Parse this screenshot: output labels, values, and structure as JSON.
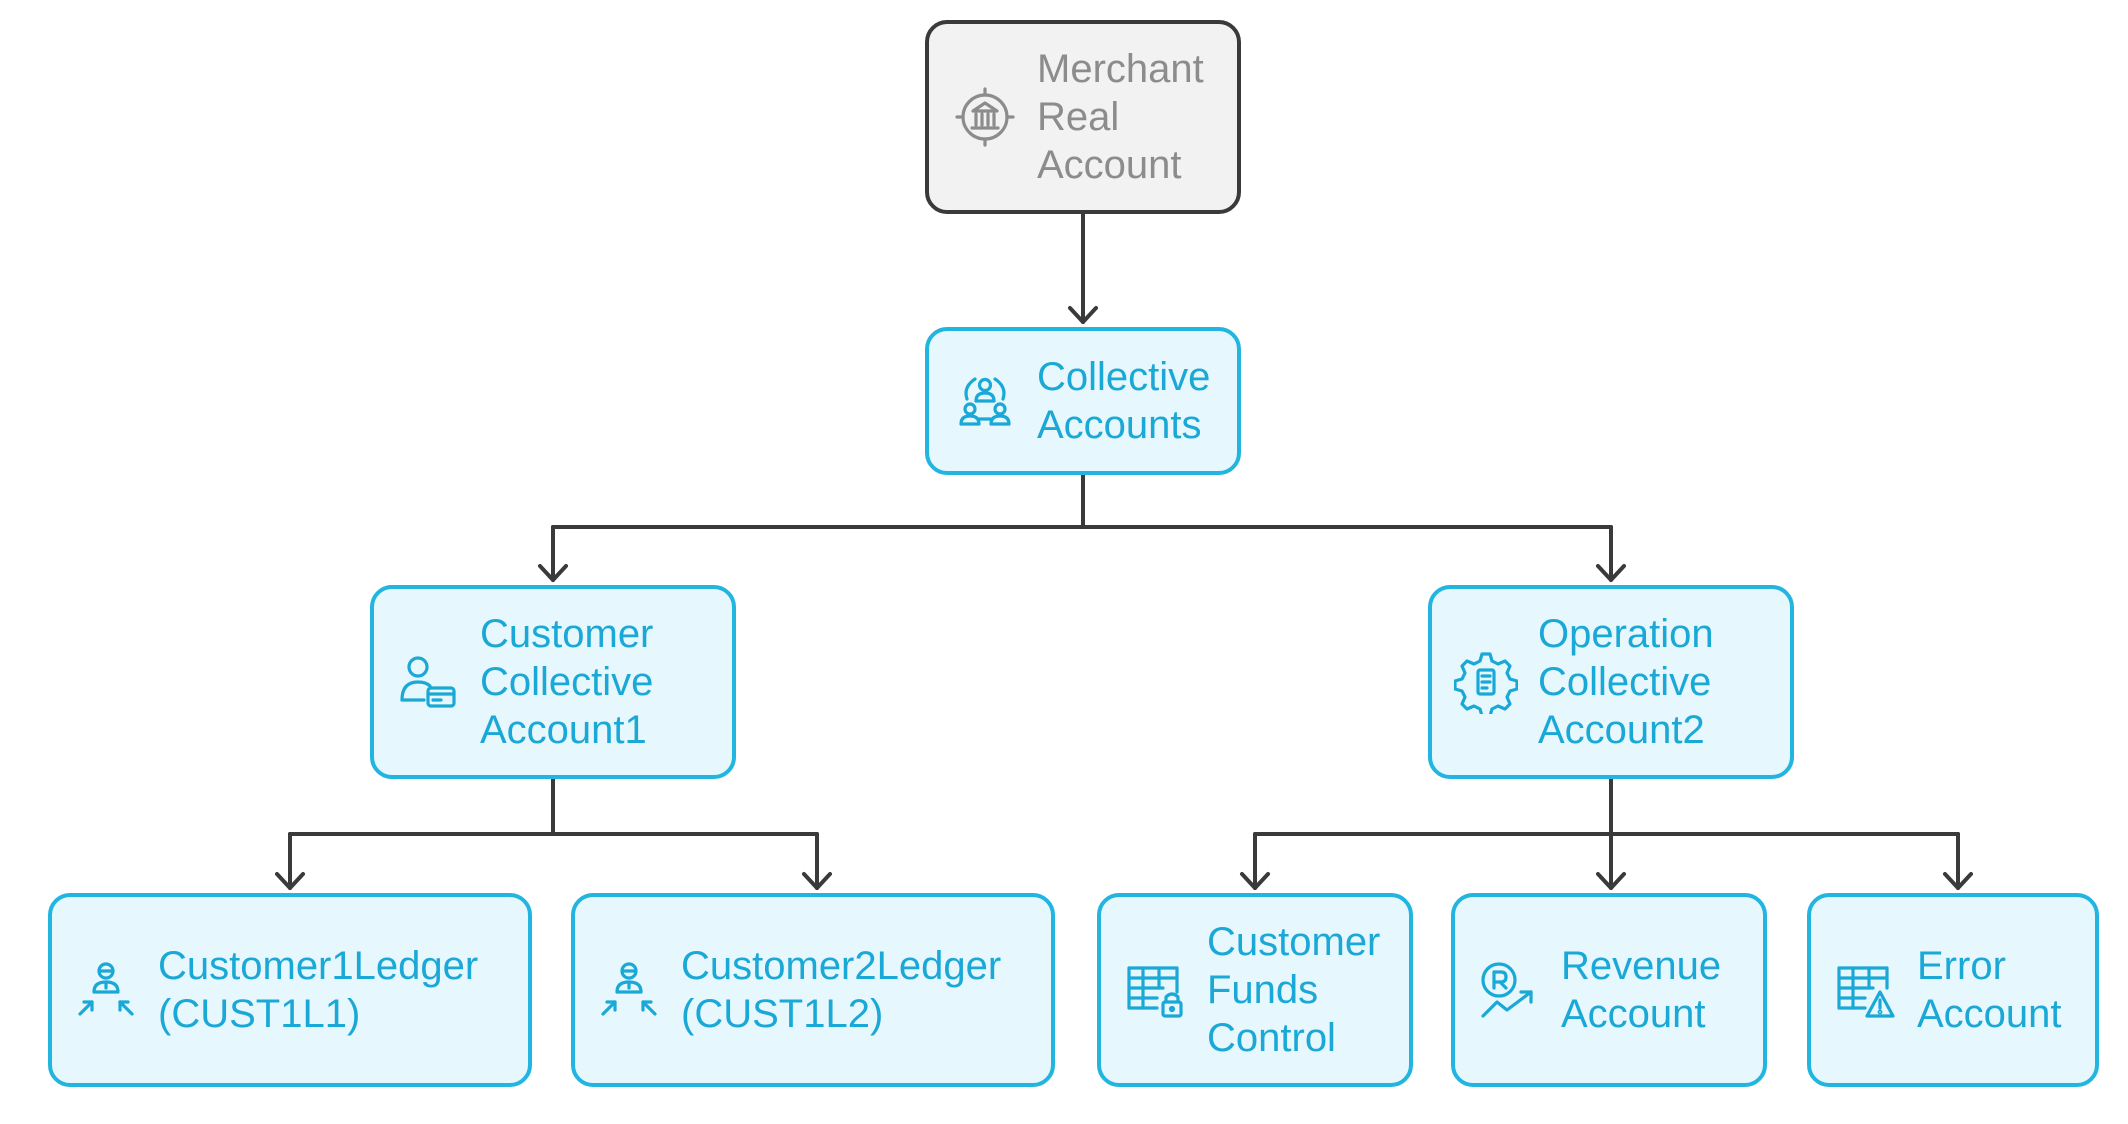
{
  "colors": {
    "accent": "#1aa8d6",
    "node_border": "#22b5e0",
    "node_fill": "#e6f7fd",
    "root_border": "#3a3a3a",
    "root_fill": "#f2f2f2",
    "root_text": "#8c8c8c",
    "connector": "#3a3a3a"
  },
  "nodes": {
    "merchant": {
      "label": "Merchant\nReal\nAccount",
      "icon": "bank-icon"
    },
    "collective": {
      "label": "Collective\nAccounts",
      "icon": "group-users-icon"
    },
    "customer_collective": {
      "label": "Customer\nCollective\nAccount1",
      "icon": "user-card-icon"
    },
    "operation_collective": {
      "label": "Operation\nCollective\nAccount2",
      "icon": "gear-document-icon"
    },
    "customer1_ledger": {
      "label": "Customer1Ledger\n(CUST1L1)",
      "icon": "person-arrows-icon"
    },
    "customer2_ledger": {
      "label": "Customer2Ledger\n(CUST1L2)",
      "icon": "person-arrows-icon"
    },
    "customer_funds_control": {
      "label": "Customer\nFunds\nControl",
      "icon": "table-lock-icon"
    },
    "revenue_account": {
      "label": "Revenue\nAccount",
      "icon": "coin-trend-icon"
    },
    "error_account": {
      "label": "Error\nAccount",
      "icon": "table-warning-icon"
    }
  },
  "edges": [
    [
      "merchant",
      "collective"
    ],
    [
      "collective",
      "customer_collective"
    ],
    [
      "collective",
      "operation_collective"
    ],
    [
      "customer_collective",
      "customer1_ledger"
    ],
    [
      "customer_collective",
      "customer2_ledger"
    ],
    [
      "operation_collective",
      "customer_funds_control"
    ],
    [
      "operation_collective",
      "revenue_account"
    ],
    [
      "operation_collective",
      "error_account"
    ]
  ]
}
